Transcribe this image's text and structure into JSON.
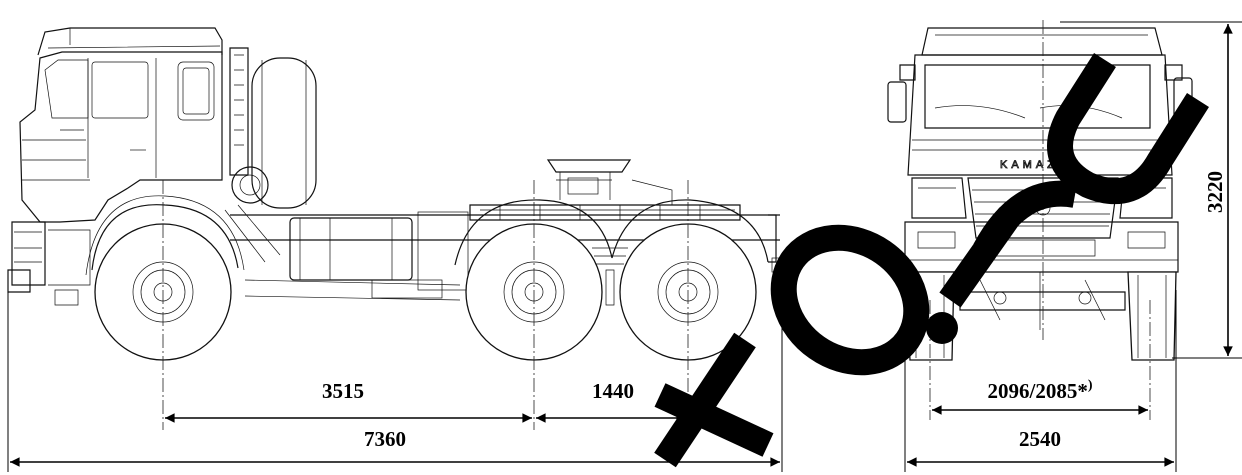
{
  "dimensions": {
    "wheelbase_front": "3515",
    "wheelbase_rear": "1440",
    "overall_length": "7360",
    "track": "2096/2085*",
    "track_note_mark": ")",
    "overall_width": "2540",
    "overall_height": "3220"
  },
  "front_view": {
    "grille_brand": "KAMAZ"
  },
  "watermark": {
    "text": "to.ru",
    "color": "#000000"
  }
}
